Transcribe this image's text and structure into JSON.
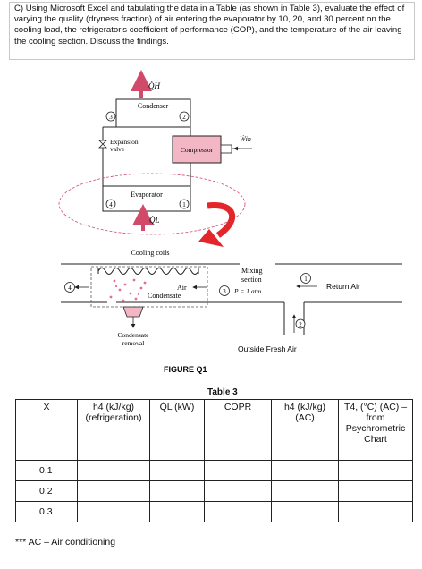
{
  "question": {
    "text": "C) Using Microsoft Excel and tabulating the data in a Table (as shown in Table 3), evaluate the effect of varying the quality (dryness fraction) of air entering the evaporator by 10, 20, and 30 percent on the cooling load, the refrigerator's coefficient of performance (COP), and the temperature of the air leaving the cooling section. Discuss the findings."
  },
  "figure": {
    "q_h": "Q̇H",
    "condenser": "Condenser",
    "state_3": "3",
    "state_2": "2",
    "expansion_valve_line1": "Expansion",
    "expansion_valve_line2": "valve",
    "compressor": "Compressor",
    "w_in": "Ẇin",
    "evaporator": "Evaporator",
    "state_4": "4",
    "state_1": "1",
    "q_l": "Q̇L",
    "cooling_coils": "Cooling coils",
    "mixing_line1": "Mixing",
    "mixing_line2": "section",
    "pressure": "P = 1 atm",
    "return_air": "Return Air",
    "air": "Air",
    "condensate": "Condensate",
    "condensate_removal_line1": "Condensate",
    "condensate_removal_line2": "removal",
    "outside_fresh_air": "Outside Fresh Air",
    "caption": "FIGURE Q1",
    "state_duct_4": "4",
    "state_duct_3": "3",
    "state_duct_1": "1",
    "state_duct_2": "2"
  },
  "table": {
    "caption": "Table 3",
    "headers": [
      "X",
      "h4 (kJ/kg) (refrigeration)",
      "Q̇L (kW)",
      "COPR",
      "h4 (kJ/kg) (AC)",
      "T4, (°C) (AC) – from Psychrometric Chart"
    ],
    "rows": [
      [
        "0.1",
        "",
        "",
        "",
        "",
        ""
      ],
      [
        "0.2",
        "",
        "",
        "",
        "",
        ""
      ],
      [
        "0.3",
        "",
        "",
        "",
        "",
        ""
      ]
    ]
  },
  "footnote": "*** AC – Air conditioning"
}
